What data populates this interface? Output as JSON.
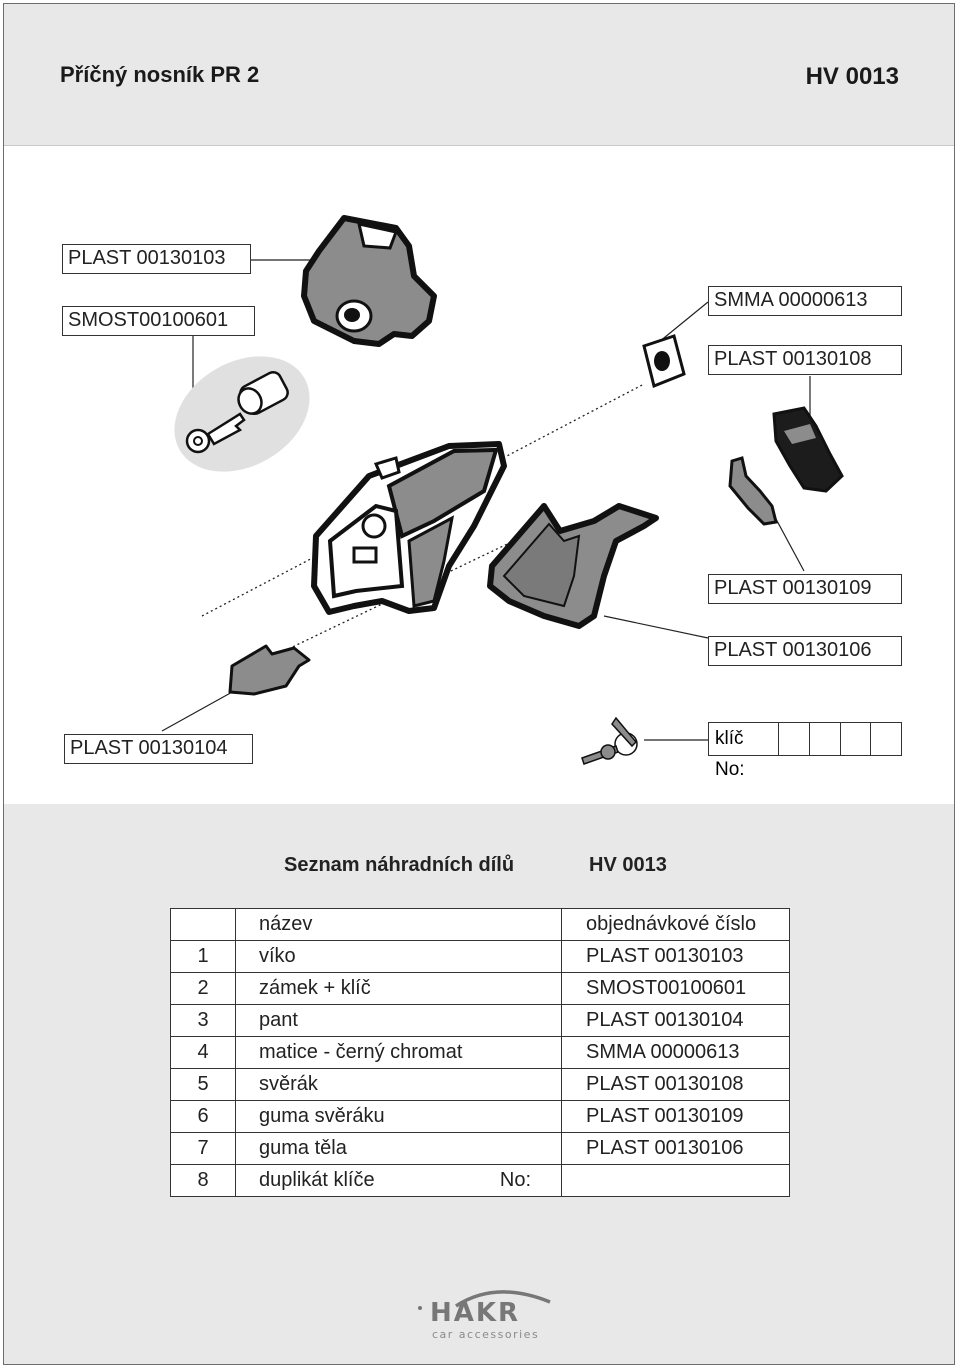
{
  "header": {
    "title": "Příčný nosník PR 2",
    "code": "HV 0013"
  },
  "diagram": {
    "labels": {
      "plast_103": "PLAST 00130103",
      "smost": "SMOST00100601",
      "smma": "SMMA 00000613",
      "plast_108": "PLAST 00130108",
      "plast_109": "PLAST 00130109",
      "plast_106": "PLAST 00130106",
      "plast_104": "PLAST 00130104",
      "key_no": "klíč No:"
    },
    "part_fill": "#8c8c8c",
    "outline": "#111111"
  },
  "parts_list": {
    "heading": "Seznam náhradních dílů",
    "heading_code": "HV 0013",
    "col_name": "název",
    "col_order": "objednávkové číslo",
    "rows": [
      {
        "num": "1",
        "name": "víko",
        "order": "PLAST 00130103"
      },
      {
        "num": "2",
        "name": "zámek + klíč",
        "order": "SMOST00100601"
      },
      {
        "num": "3",
        "name": "pant",
        "order": "PLAST 00130104"
      },
      {
        "num": "4",
        "name": "matice - černý chromat",
        "order": "SMMA 00000613"
      },
      {
        "num": "5",
        "name": "svěrák",
        "order": "PLAST 00130108"
      },
      {
        "num": "6",
        "name": "guma svěráku",
        "order": "PLAST 00130109"
      },
      {
        "num": "7",
        "name": "guma těla",
        "order": "PLAST 00130106"
      },
      {
        "num": "8",
        "name": "duplikát klíče",
        "name_suffix": "No:",
        "order": ""
      }
    ]
  },
  "brand": {
    "name": "HAKR",
    "tagline": "car accessories"
  }
}
